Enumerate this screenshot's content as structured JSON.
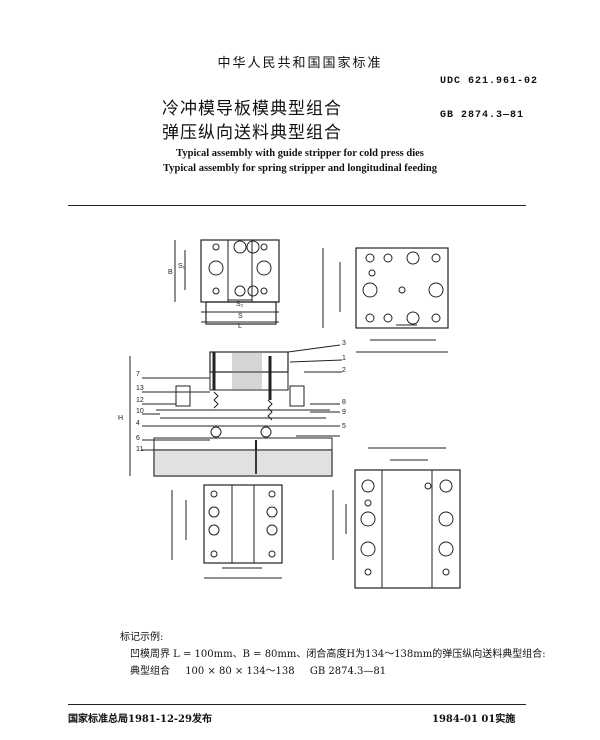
{
  "header": {
    "standard_org": "中华人民共和国国家标准",
    "udc": "UDC 621.961-02",
    "gb_number": "GB 2874.3—81"
  },
  "title": {
    "cn_line1": "冷冲模导板模典型组合",
    "cn_line2": "弹压纵向送料典型组合",
    "en_line1": "Typical assembly with guide stripper for cold press dies",
    "en_line2": "Typical assembly for spring stripper and longitudinal feeding"
  },
  "drawing": {
    "dim_labels": {
      "B": "B",
      "S1": "S₁",
      "S2": "S₂",
      "S": "S",
      "L": "L",
      "H": "H"
    },
    "part_numbers": [
      "7",
      "13",
      "12",
      "10",
      "4",
      "6",
      "11",
      "3",
      "1",
      "2",
      "8",
      "9",
      "5"
    ]
  },
  "example": {
    "label": "标记示例:",
    "line1": "凹模周界  L = 100mm、B = 80mm、闭合高度H为134～138mm的弹压纵向送料典型组合:",
    "line2_prefix": "典型组合",
    "line2_spec": "100 × 80 × 134～138",
    "line2_std": "GB 2874.3—81"
  },
  "footer": {
    "issued": "国家标准总局1981-12-29发布",
    "effective": "1984-01 01实施"
  }
}
